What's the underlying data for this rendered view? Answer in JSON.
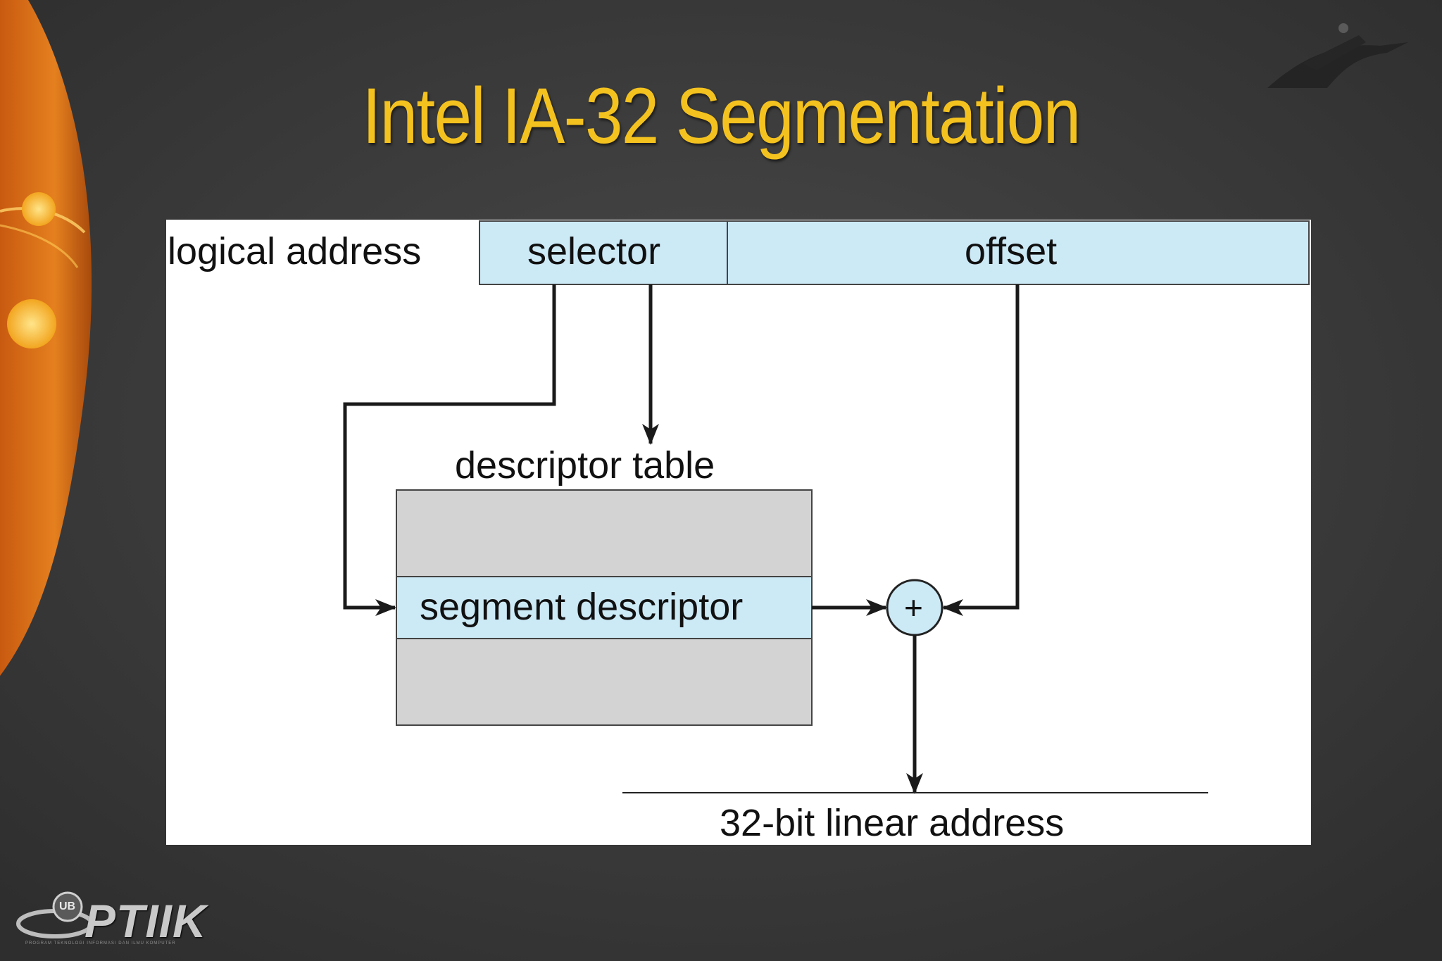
{
  "slide": {
    "title": "Intel IA-32 Segmentation",
    "accent_color": "#f4c21f",
    "background_color": "#3d3d3d"
  },
  "diagram": {
    "logical_address_label": "logical address",
    "selector_label": "selector",
    "offset_label": "offset",
    "descriptor_table_label": "descriptor table",
    "segment_descriptor_label": "segment descriptor",
    "adder_symbol": "+",
    "output_label": "32-bit linear address",
    "field_fill": "#cce9f6",
    "table_fill": "#d3d3d3"
  },
  "branding": {
    "footer_logo_text": "PTIIK",
    "footer_badge_text": "UB",
    "footer_tagline": "PROGRAM TEKNOLOGI INFORMASI DAN ILMU KOMPUTER",
    "corner_logo_icon": "institution-emblem-icon"
  }
}
